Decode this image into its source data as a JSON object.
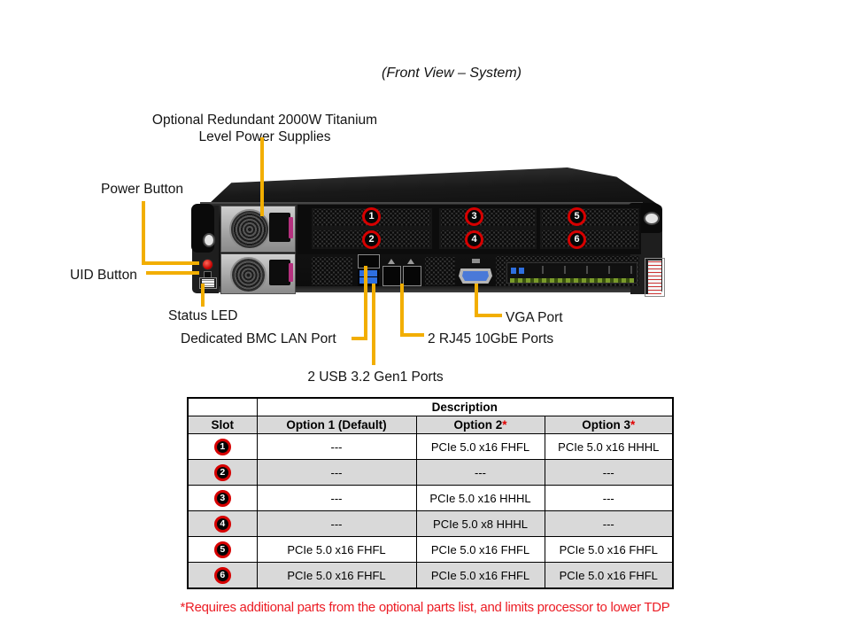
{
  "figure": {
    "title": "(Front View – System)",
    "footnote": "*Requires additional parts from the optional parts list, and limits processor to lower TDP"
  },
  "callouts": {
    "psu": {
      "line1": "Optional Redundant 2000W Titanium",
      "line2": "Level Power Supplies"
    },
    "power_button": "Power Button",
    "uid_button": "UID Button",
    "status_led": "Status LED",
    "bmc_lan": "Dedicated BMC LAN Port",
    "usb": "2 USB 3.2 Gen1 Ports",
    "rj45": "2 RJ45 10GbE Ports",
    "vga": "VGA Port"
  },
  "slot_markers": [
    "1",
    "2",
    "3",
    "4",
    "5",
    "6"
  ],
  "table": {
    "description_header": "Description",
    "columns": [
      "Slot",
      "Option 1 (Default)",
      "Option 2",
      "Option 3"
    ],
    "asterisk": "*",
    "rows": [
      {
        "slot": "1",
        "options": [
          "---",
          "PCIe 5.0 x16 FHFL",
          "PCIe 5.0 x16 HHHL"
        ]
      },
      {
        "slot": "2",
        "options": [
          "---",
          "---",
          "---"
        ]
      },
      {
        "slot": "3",
        "options": [
          "---",
          "PCIe 5.0 x16 HHHL",
          "---"
        ]
      },
      {
        "slot": "4",
        "options": [
          "---",
          "PCIe 5.0 x8 HHHL",
          "---"
        ]
      },
      {
        "slot": "5",
        "options": [
          "PCIe 5.0 x16 FHFL",
          "PCIe 5.0 x16 FHFL",
          "PCIe 5.0 x16 FHFL"
        ]
      },
      {
        "slot": "6",
        "options": [
          "PCIe 5.0 x16 FHFL",
          "PCIe 5.0 x16 FHFL",
          "PCIe 5.0 x16 FHFL"
        ]
      }
    ]
  },
  "colors": {
    "leader_line": "#F2AE00",
    "marker_ring_red": "#D60000",
    "footnote_red": "#EC1C24",
    "table_alt_row": "#D9D9D9",
    "vga_blue": "#4A79D8",
    "usb_blue": "#2E6FE0",
    "psu_clip_magenta": "#B5307E"
  }
}
